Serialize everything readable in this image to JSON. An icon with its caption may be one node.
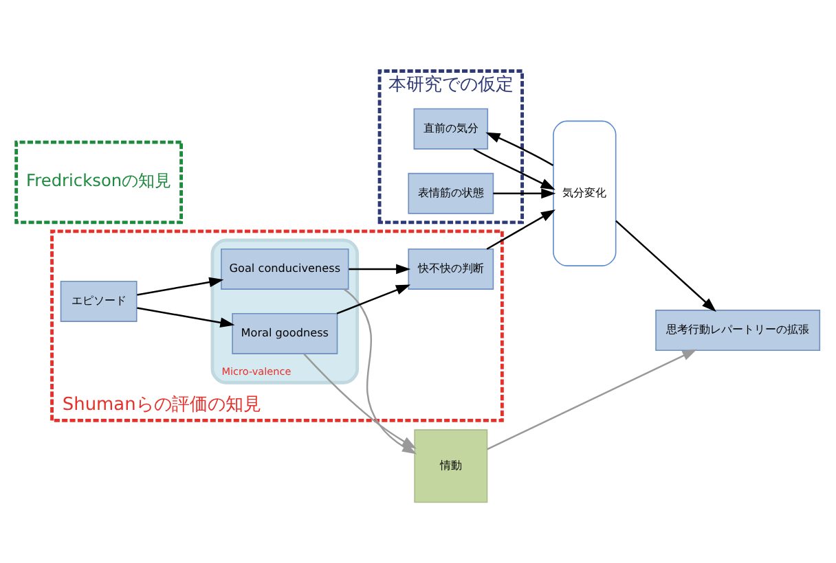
{
  "diagram": {
    "nodes": [
      {
        "text": [
          "本研究での仮定"
        ]
      },
      {
        "text": [
          "直前の気分"
        ],
        "in": 0
      },
      {
        "text": [
          "表情筋の状態"
        ],
        "in": 0
      },
      {
        "text": [
          "気分変化"
        ]
      },
      {
        "text": [
          "Fredricksonの知見"
        ]
      },
      {
        "text": [
          "思考行動レパートリーの拡張"
        ]
      },
      {
        "text": [
          "Shumanらの評価の知見"
        ]
      },
      {
        "text": [
          "Micro-valence"
        ],
        "in": 6
      },
      {
        "text": [
          "エピソード"
        ],
        "in": 6
      },
      {
        "text": [
          "Goal conduciveness"
        ],
        "in": 7
      },
      {
        "text": [
          "Moral goodness"
        ],
        "in": 7
      },
      {
        "text": [
          "快不快の判断"
        ],
        "in": 6
      },
      {
        "text": [
          "情動"
        ]
      }
    ],
    "edges": [
      {
        "from": 3,
        "to": 1,
        "arrow": "to"
      },
      {
        "from": 1,
        "to": 3,
        "arrow": "to"
      },
      {
        "from": 2,
        "to": 3,
        "arrow": "to"
      },
      {
        "from": 3,
        "to": 5,
        "arrow": "to"
      },
      {
        "from": 8,
        "to": 9,
        "arrow": "to"
      },
      {
        "from": 8,
        "to": 10,
        "arrow": "to"
      },
      {
        "from": 9,
        "to": 11,
        "arrow": "to"
      },
      {
        "from": 10,
        "to": 11,
        "arrow": "to"
      },
      {
        "from": 11,
        "to": 3,
        "arrow": "to"
      },
      {
        "from": 9,
        "to": 12,
        "arrow": "to",
        "color": "#999999"
      },
      {
        "from": 10,
        "to": 12,
        "arrow": "to",
        "color": "#999999"
      },
      {
        "from": 12,
        "to": 5,
        "arrow": "to",
        "color": "#999999"
      }
    ]
  }
}
